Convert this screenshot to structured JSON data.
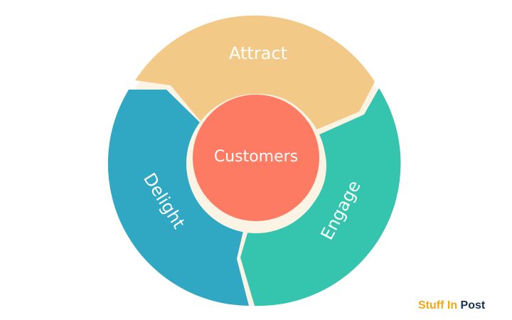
{
  "diagram": {
    "center": {
      "label": "Customers",
      "color": "#fd7b63"
    },
    "segments": [
      {
        "id": "attract",
        "label": "Attract",
        "color": "#f2c986"
      },
      {
        "id": "engage",
        "label": "Engage",
        "color": "#35c4ae"
      },
      {
        "id": "delight",
        "label": "Delight",
        "color": "#30a8c3"
      }
    ],
    "gap_color": "#fbf3e3"
  },
  "watermark": {
    "part1": "Stuff In ",
    "part2": "Post",
    "colors": [
      "#f3a712",
      "#16324f"
    ]
  }
}
